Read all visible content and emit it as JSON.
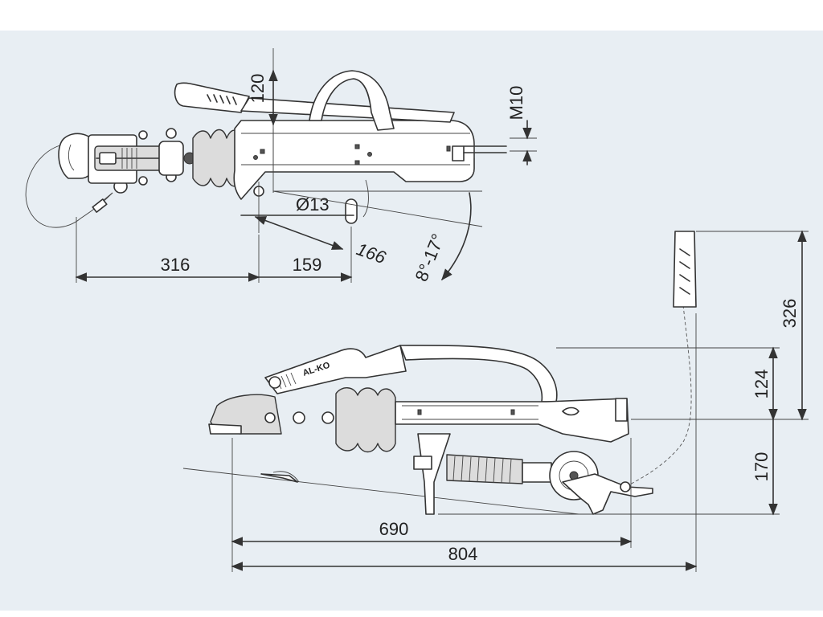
{
  "background_color": "#e8eef3",
  "line_color": "#333333",
  "top_view": {
    "dimensions": {
      "height_120": "120",
      "thread_m10": "M10",
      "hole_diameter": "Ø13",
      "slot_166": "166",
      "angle_range": "8°-17°",
      "length_316": "316",
      "length_159": "159"
    }
  },
  "side_view": {
    "logo_text": "AL-KO",
    "dimensions": {
      "height_326": "326",
      "height_124": "124",
      "height_170": "170",
      "length_690": "690",
      "length_804": "804"
    }
  }
}
